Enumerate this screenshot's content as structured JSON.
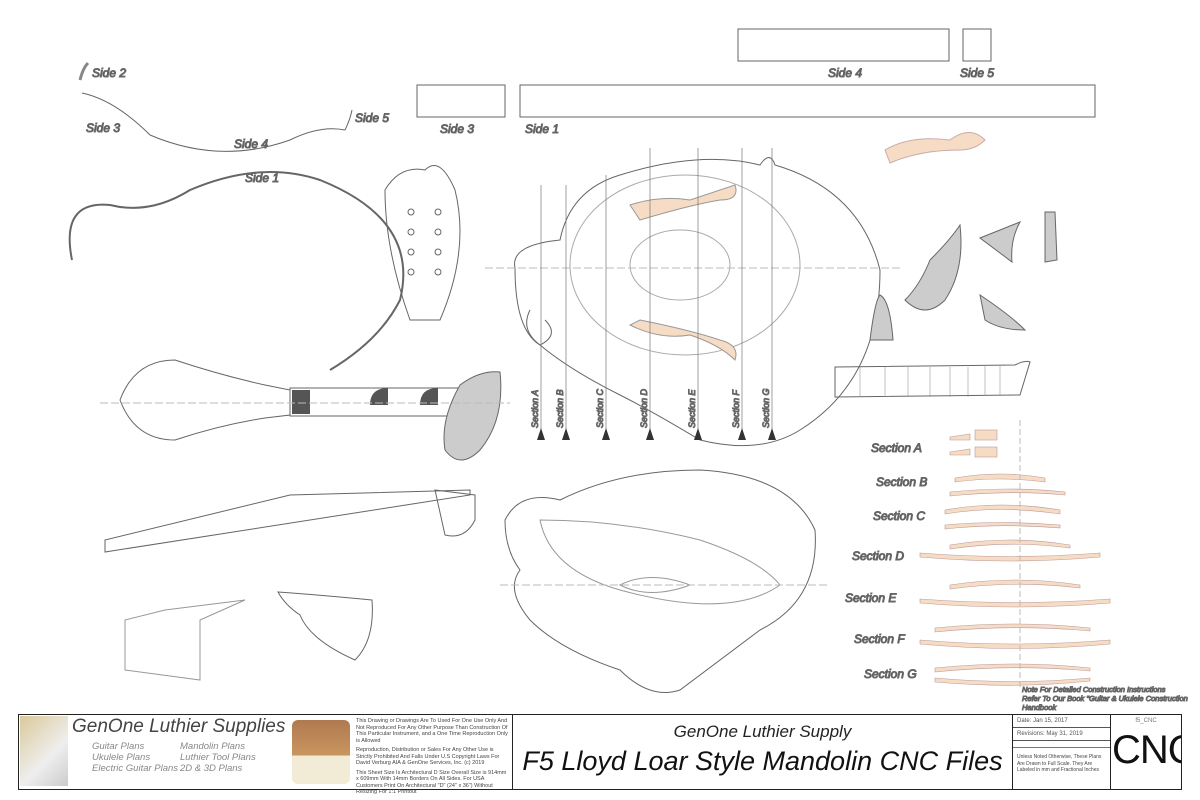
{
  "side_labels": {
    "side1": "Side 1",
    "side2": "Side 2",
    "side3": "Side 3",
    "side4": "Side 4",
    "side5": "Side 5"
  },
  "sections": [
    "Section A",
    "Section B",
    "Section C",
    "Section D",
    "Section E",
    "Section F",
    "Section G"
  ],
  "note": [
    "Note For Detailed Construction Instructions",
    "Refer To Our Book \"Guitar & Ukulele Construction",
    "Handbook"
  ],
  "title_block": {
    "brand": "GenOne Luthier Supplies",
    "plans_col1": [
      "Guitar Plans",
      "Ukulele Plans",
      "Electric Guitar Plans"
    ],
    "plans_col2": [
      "Mandolin Plans",
      "Luthier Tool Plans",
      "2D & 3D Plans"
    ],
    "disclaimer": [
      "This Drawing or Drawings Are To Used For One Use Only And Not Reproduced For Any Other Purpose Than Construction Of This Particular Instrument, and a One Time Reproduction Only is Allowed",
      "Reproduction, Distribution or Sales For Any Other Use is Strictly Prohibited And Falls Under U.S Copyright Laws For David Verburg AIA & GenOne Services, Inc. (c) 2019",
      "This Sheet Size Is Architectural D Size Overall Size is 914mm x 609mm With 14mm Borders On All Sides. For USA Customers Print On Architectural \"D\" (24\" x 36\") Without Resizing For 1:1 Printout"
    ],
    "company": "GenOne Luthier Supply",
    "title": "F5 Lloyd Loar Style Mandolin CNC Files",
    "date": "Date: Jan 15, 2017",
    "revisions": "Revisions: May 31, 2019",
    "scale_note": "Unless Noted Otherwise, These Plans Are Drawn to Full Scale. They Are Labeled in mm and Fractional Inches",
    "sheet_id": "f5_CNC",
    "sheet_code": "CNC"
  },
  "colors": {
    "wood": "#f6dcc4",
    "gray": "#c8c8c8",
    "dark": "#555555",
    "line": "#666666"
  }
}
